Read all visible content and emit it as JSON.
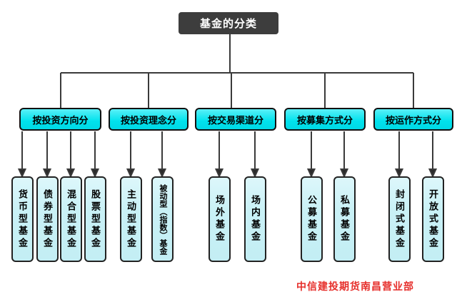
{
  "tree": {
    "root": "基金的分类",
    "branches": [
      {
        "label": "按投资方向分",
        "children": [
          "货币型基金",
          "债券型基金",
          "混合型基金",
          "股票型基金"
        ]
      },
      {
        "label": "按投资理念分",
        "children": [
          "主动型基金",
          "被动型（指数）基金"
        ]
      },
      {
        "label": "按交易渠道分",
        "children": [
          "场外基金",
          "场内基金"
        ]
      },
      {
        "label": "按募集方式分",
        "children": [
          "公募基金",
          "私募基金"
        ]
      },
      {
        "label": "按运作方式分",
        "children": [
          "封闭式基金",
          "开放式基金"
        ]
      }
    ]
  },
  "watermark": "中信建投期货南昌营业部",
  "colors": {
    "title_fill": "#3d3d3d",
    "title_text": "#ffffff",
    "category_fill": "#00e2ed",
    "leaf_fill": "#c9f1f6",
    "connector_line": "#3a3a3a",
    "watermark_red": "#e62e2a",
    "background": "#ffffff"
  }
}
